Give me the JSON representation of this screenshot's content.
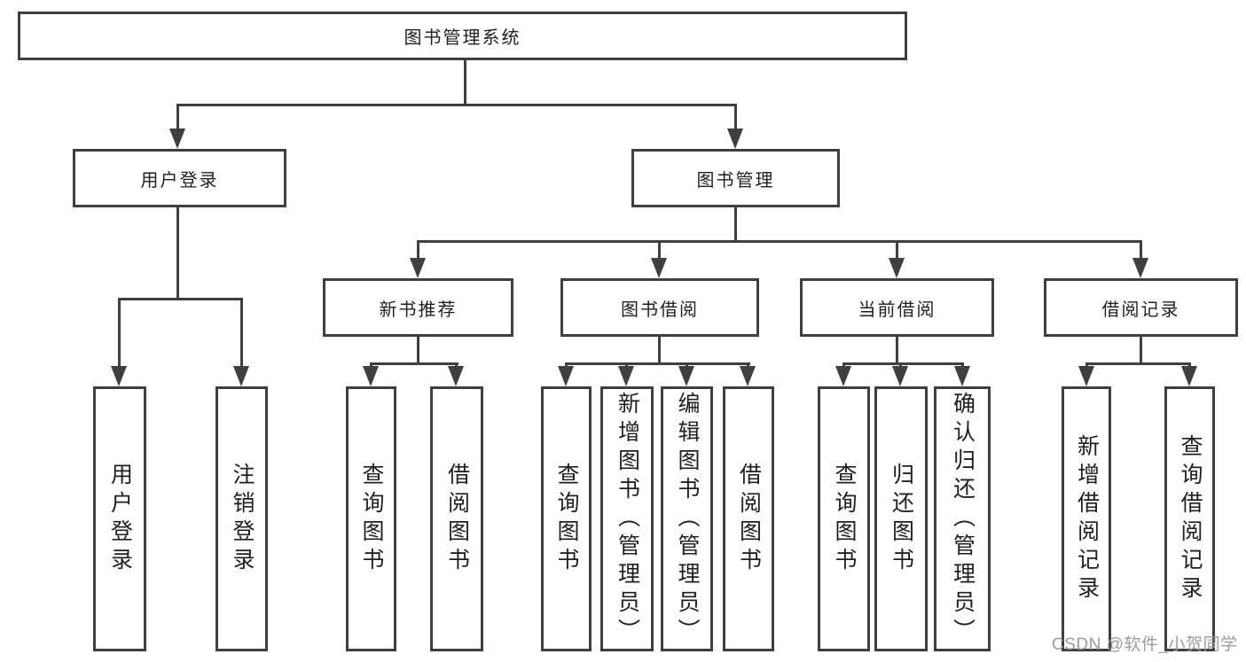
{
  "diagram": {
    "root": {
      "label": "图书管理系统"
    },
    "branches": [
      {
        "label": "用户登录",
        "children": [
          {
            "label": "用户登录"
          },
          {
            "label": "注销登录"
          }
        ]
      },
      {
        "label": "图书管理",
        "children": [
          {
            "label": "新书推荐",
            "children": [
              {
                "label": "查询图书"
              },
              {
                "label": "借阅图书"
              }
            ]
          },
          {
            "label": "图书借阅",
            "children": [
              {
                "label": "查询图书"
              },
              {
                "label": "新增图书（管理员）"
              },
              {
                "label": "编辑图书（管理员）"
              },
              {
                "label": "借阅图书"
              }
            ]
          },
          {
            "label": "当前借阅",
            "children": [
              {
                "label": "查询图书"
              },
              {
                "label": "归还图书"
              },
              {
                "label": "确认归还（管理员）"
              }
            ]
          },
          {
            "label": "借阅记录",
            "children": [
              {
                "label": "新增借阅记录"
              },
              {
                "label": "查询借阅记录"
              }
            ]
          }
        ]
      }
    ]
  },
  "watermark": {
    "label": "CSDN @软件_小贺同学"
  },
  "colors": {
    "line": "#3f3f3f",
    "text": "#1f1f1f",
    "background": "#ffffff",
    "watermark": "#9e9a9a"
  }
}
